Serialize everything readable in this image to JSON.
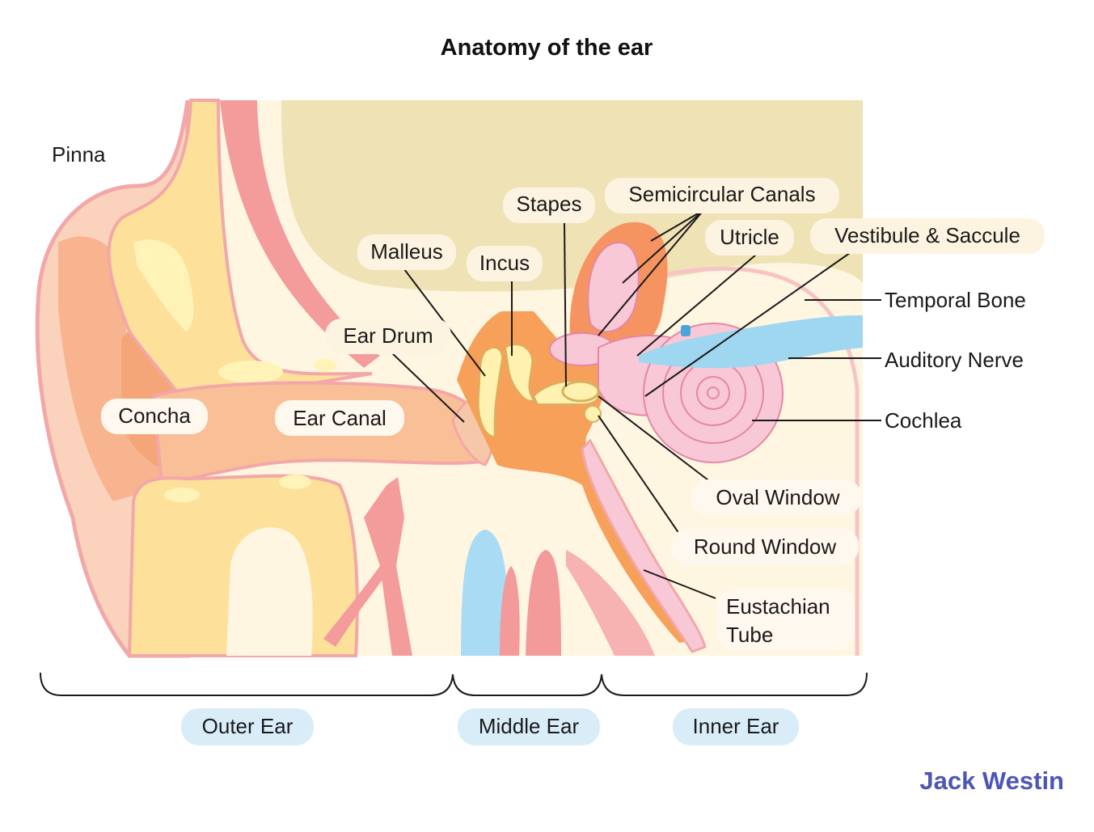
{
  "title": "Anatomy of the ear",
  "brand": {
    "name": "Jack Westin",
    "color": "#4e56b3"
  },
  "colors": {
    "bone": "#efe2b5",
    "cream": "#fff6e2",
    "skin_light": "#fbd3bd",
    "skin_mid": "#f7b993",
    "skin_outline": "#f2a8a8",
    "cartilage": "#fde09a",
    "cartilage_light": "#fff3b8",
    "muscle": "#f49b9b",
    "middle_ear": "#f7a05a",
    "semicircular": "#f59461",
    "inner_pink": "#f9c8d6",
    "nerve_blue": "#9fd6f0",
    "vein_blue": "#a9dbf5",
    "artery_red": "#f39a9a",
    "section_pill": "#d9edf9"
  },
  "labels": {
    "pinna": "Pinna",
    "concha": "Concha",
    "ear_canal": "Ear Canal",
    "ear_drum": "Ear Drum",
    "malleus": "Malleus",
    "incus": "Incus",
    "stapes": "Stapes",
    "semicircular_canals": "Semicircular Canals",
    "utricle": "Utricle",
    "vestibule_saccule": "Vestibule & Saccule",
    "temporal_bone": "Temporal Bone",
    "auditory_nerve": "Auditory Nerve",
    "cochlea": "Cochlea",
    "oval_window": "Oval Window",
    "round_window": "Round Window",
    "eustachian_line1": "Eustachian",
    "eustachian_line2": "Tube"
  },
  "sections": {
    "outer": "Outer Ear",
    "middle": "Middle Ear",
    "inner": "Inner Ear"
  }
}
